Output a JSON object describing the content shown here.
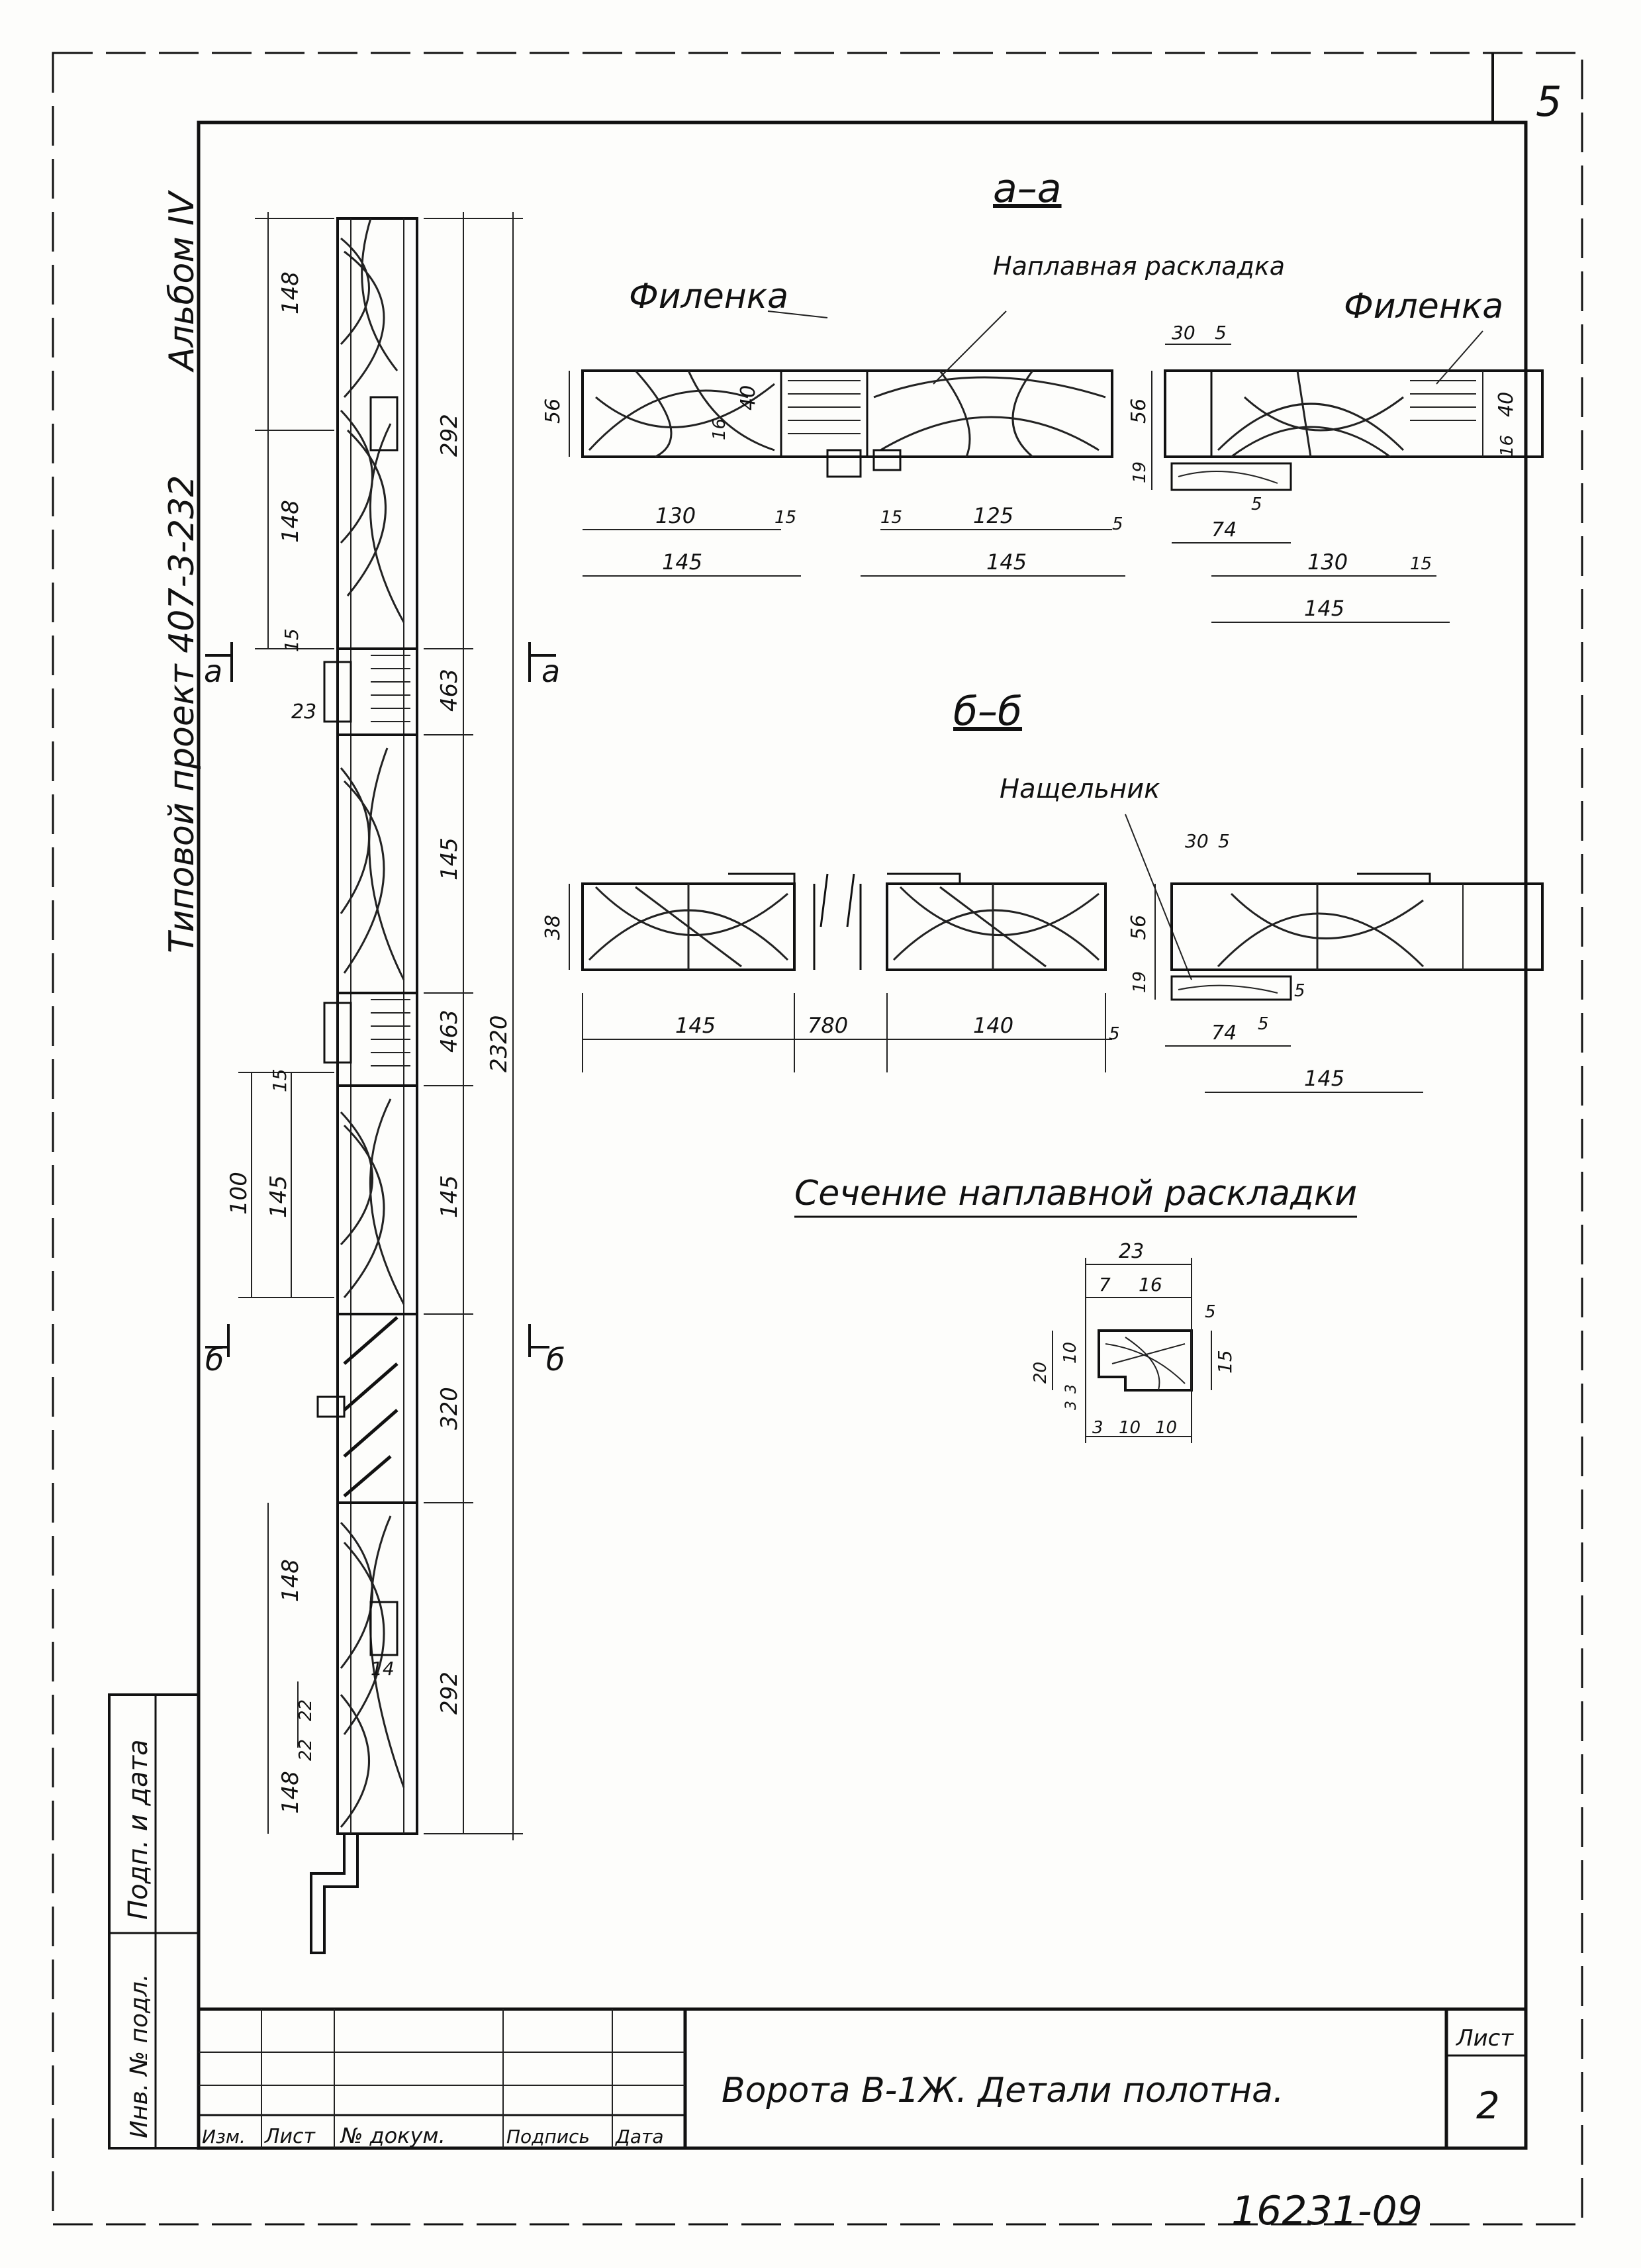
{
  "sheet": {
    "corner_number": "5",
    "side_album": "Альбом IV",
    "side_project": "Типовой проект 407-3-232",
    "bottom_code": "16231-09"
  },
  "sections": {
    "a_title": "а–а",
    "b_title": "б–б",
    "profile_title": "Сечение наплавной раскладки",
    "cut_mark_a": "а",
    "cut_mark_b": "б"
  },
  "labels": {
    "filenka_left": "Филенка",
    "naplavnaya": "Наплавная раскладка",
    "filenka_right": "Филенка",
    "nashchelnik": "Нащельник"
  },
  "dimensions": {
    "elevation": [
      "148",
      "148",
      "292",
      "15",
      "463",
      "23",
      "145",
      "463",
      "2320",
      "100",
      "145",
      "145",
      "15",
      "320",
      "148",
      "292",
      "148",
      "22",
      "22",
      "14"
    ],
    "section_a": [
      "56",
      "40",
      "16",
      "130",
      "15",
      "145",
      "15",
      "125",
      "5",
      "145",
      "30",
      "5",
      "56",
      "19",
      "74",
      "5",
      "40",
      "16",
      "130",
      "15",
      "145"
    ],
    "section_b": [
      "38",
      "145",
      "780",
      "140",
      "5",
      "30",
      "5",
      "56",
      "19",
      "74",
      "5",
      "5",
      "145"
    ],
    "profile": [
      "23",
      "7",
      "16",
      "5",
      "10",
      "20",
      "3",
      "15",
      "3",
      "10",
      "10",
      "3"
    ]
  },
  "title_block": {
    "col_headers": [
      "Изм.",
      "Лист",
      "№ докум.",
      "Подпись",
      "Дата"
    ],
    "side_label_1": "Подп. и дата",
    "side_label_2": "Инв. № подл.",
    "drawing_title": "Ворота В-1Ж. Детали полотна.",
    "sheet_label": "Лист",
    "sheet_no": "2"
  }
}
